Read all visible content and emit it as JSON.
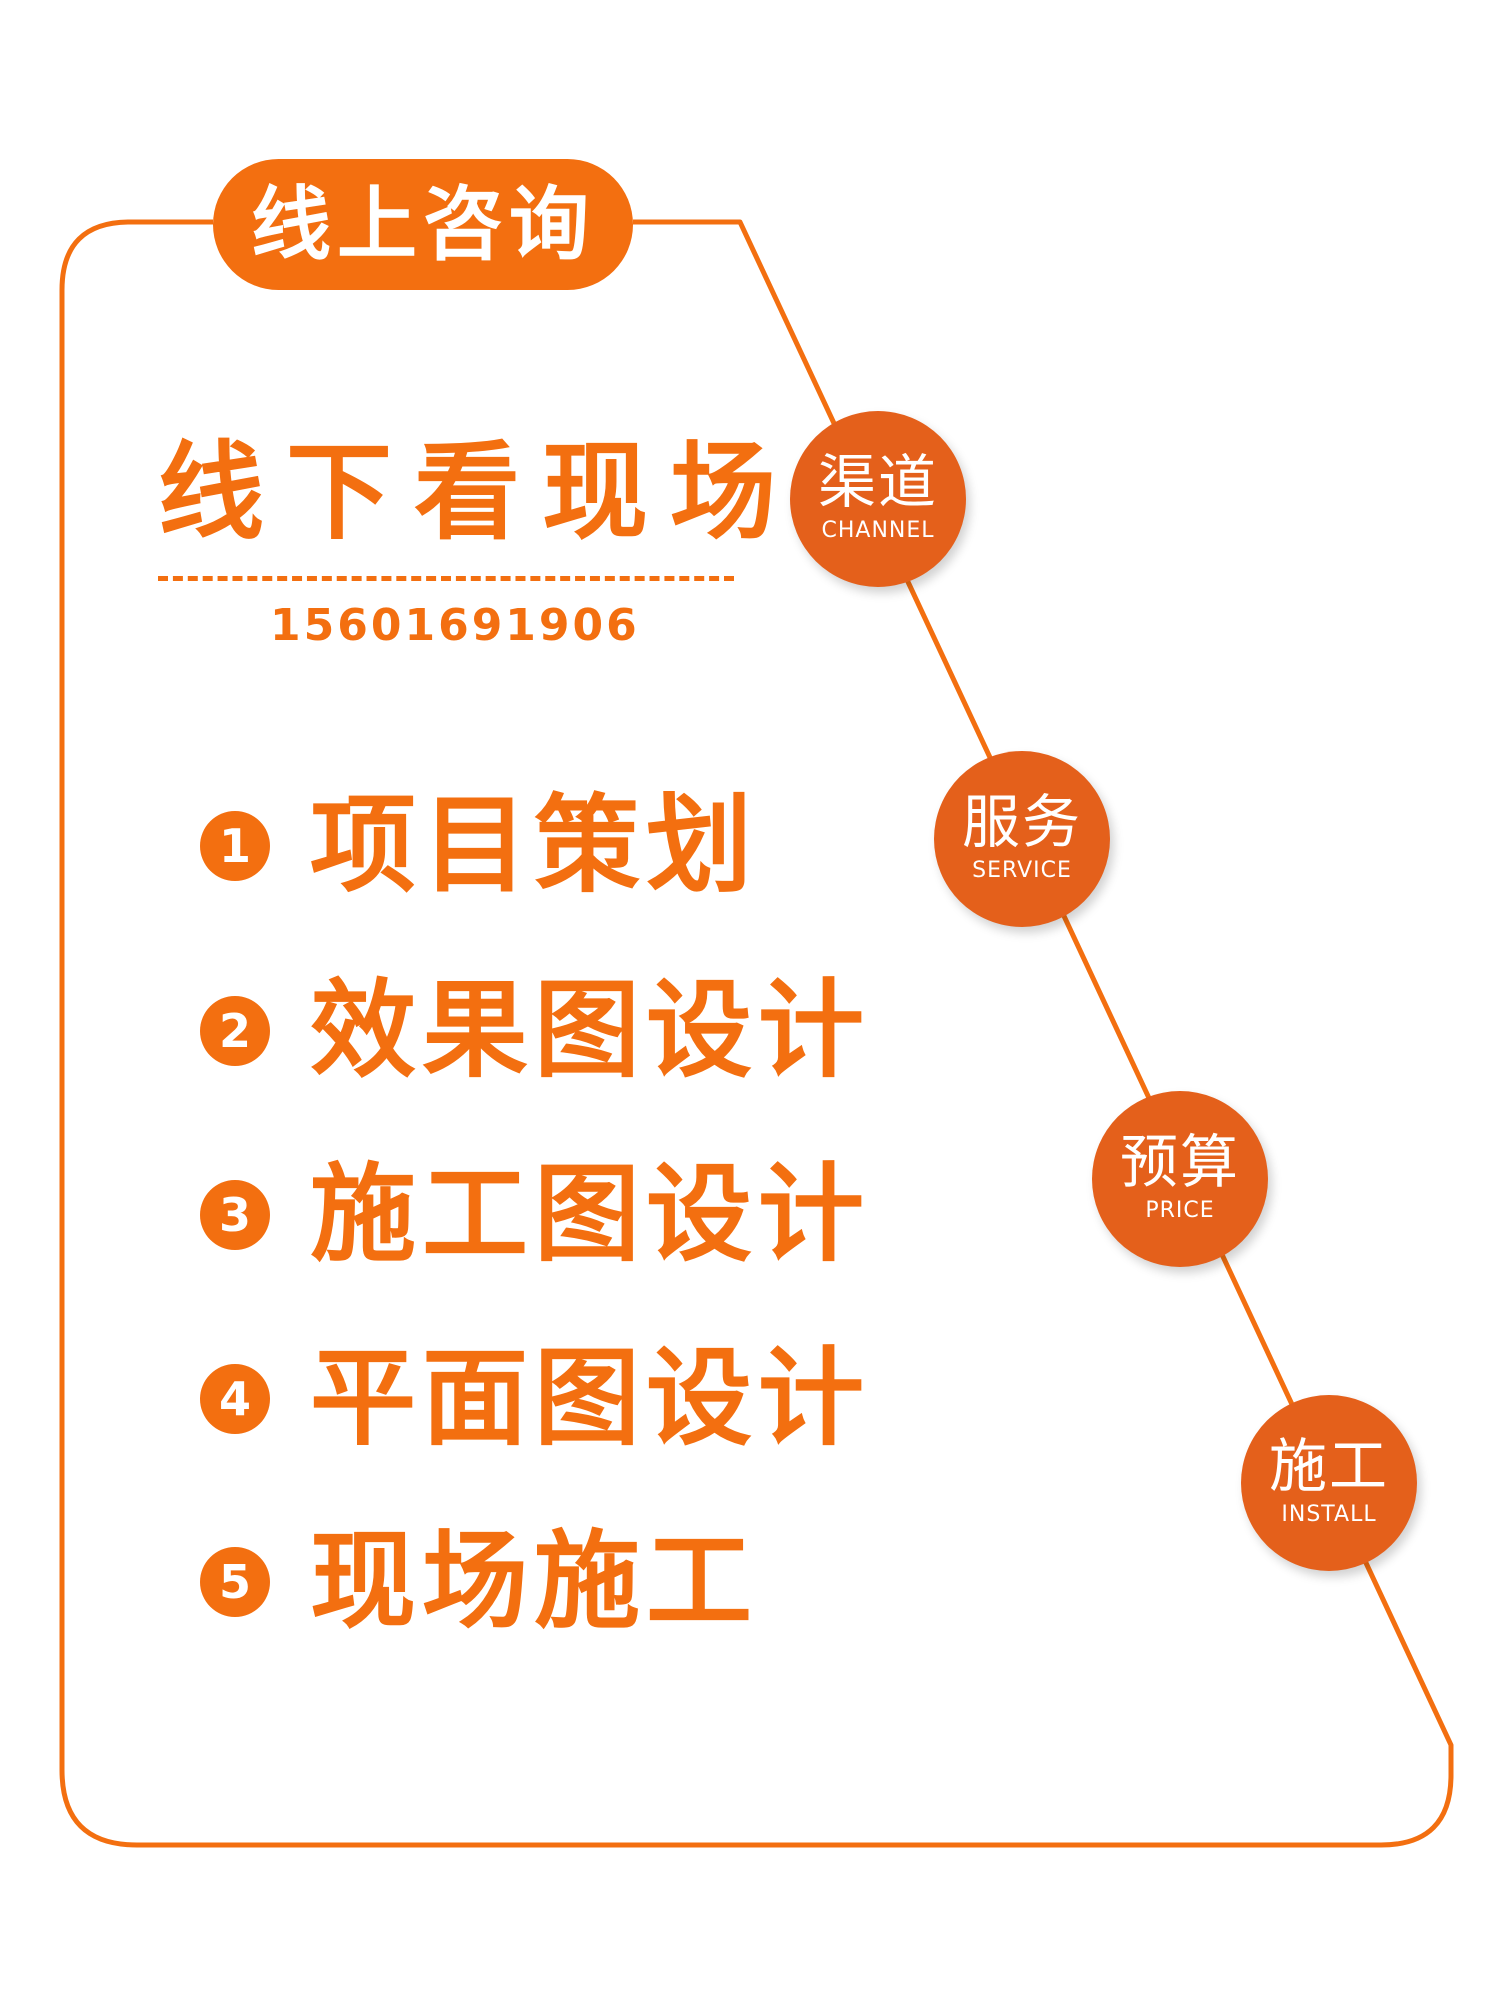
{
  "header": {
    "online_label": "线上咨询",
    "offline_title": "线下看现场",
    "phone": "15601691906"
  },
  "steps": [
    {
      "num": "1",
      "text": "项目策划"
    },
    {
      "num": "2",
      "text": "效果图设计"
    },
    {
      "num": "3",
      "text": "施工图设计"
    },
    {
      "num": "4",
      "text": "平面图设计"
    },
    {
      "num": "5",
      "text": "现场施工"
    }
  ],
  "badges": [
    {
      "cn": "渠道",
      "en": "CHANNEL"
    },
    {
      "cn": "服务",
      "en": "SERVICE"
    },
    {
      "cn": "预算",
      "en": "PRICE"
    },
    {
      "cn": "施工",
      "en": "INSTALL"
    }
  ],
  "colors": {
    "accent": "#f36f10",
    "badge": "#e4601b",
    "background": "#ffffff"
  }
}
